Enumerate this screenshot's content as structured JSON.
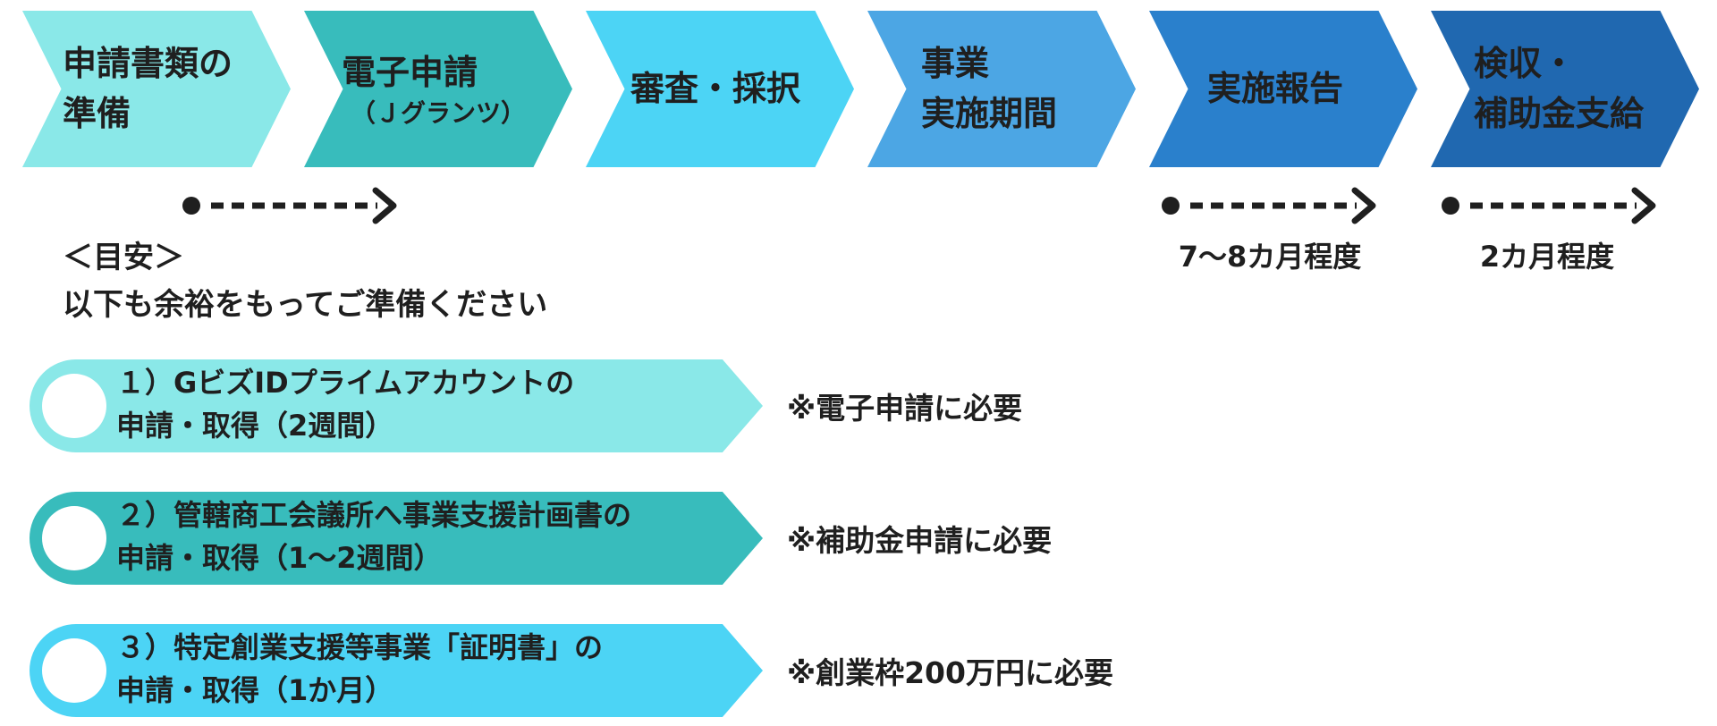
{
  "flow": {
    "steps": [
      {
        "label": "申請書類の\n準備",
        "sub": "",
        "color": "#8ae8e8"
      },
      {
        "label": "電子申請",
        "sub": "（Ｊグランツ）",
        "color": "#38bcbc"
      },
      {
        "label": "審査・採択",
        "sub": "",
        "color": "#4cd4f5"
      },
      {
        "label": "事業\n実施期間",
        "sub": "",
        "color": "#4ca6e4"
      },
      {
        "label": "実施報告",
        "sub": "",
        "color": "#2a80cc"
      },
      {
        "label": "検収・\n補助金支給",
        "sub": "",
        "color": "#2068b0"
      }
    ]
  },
  "durations": {
    "implementation": "7〜8カ月程度",
    "payment": "2カ月程度"
  },
  "guide": {
    "title": "＜目安＞",
    "text": "以下も余裕をもってご準備ください"
  },
  "prep_tasks": [
    {
      "text": "１）GビズIDプライムアカウントの\n申請・取得（2週間）",
      "note": "※電子申請に必要",
      "color": "#8ae8e8"
    },
    {
      "text": "２）管轄商工会議所へ事業支援計画書の\n申請・取得（1〜2週間）",
      "note": "※補助金申請に必要",
      "color": "#38bcbc"
    },
    {
      "text": "３）特定創業支援等事業「証明書」の\n申請・取得（1か月）",
      "note": "※創業枠200万円に必要",
      "color": "#4cd4f5"
    }
  ],
  "colors": {
    "arrow": "#1f1f1f",
    "text": "#1f1f1f"
  },
  "icons": {
    "timeline_arrow": "dotted-arrow-icon",
    "task_bullet": "circle-icon"
  }
}
